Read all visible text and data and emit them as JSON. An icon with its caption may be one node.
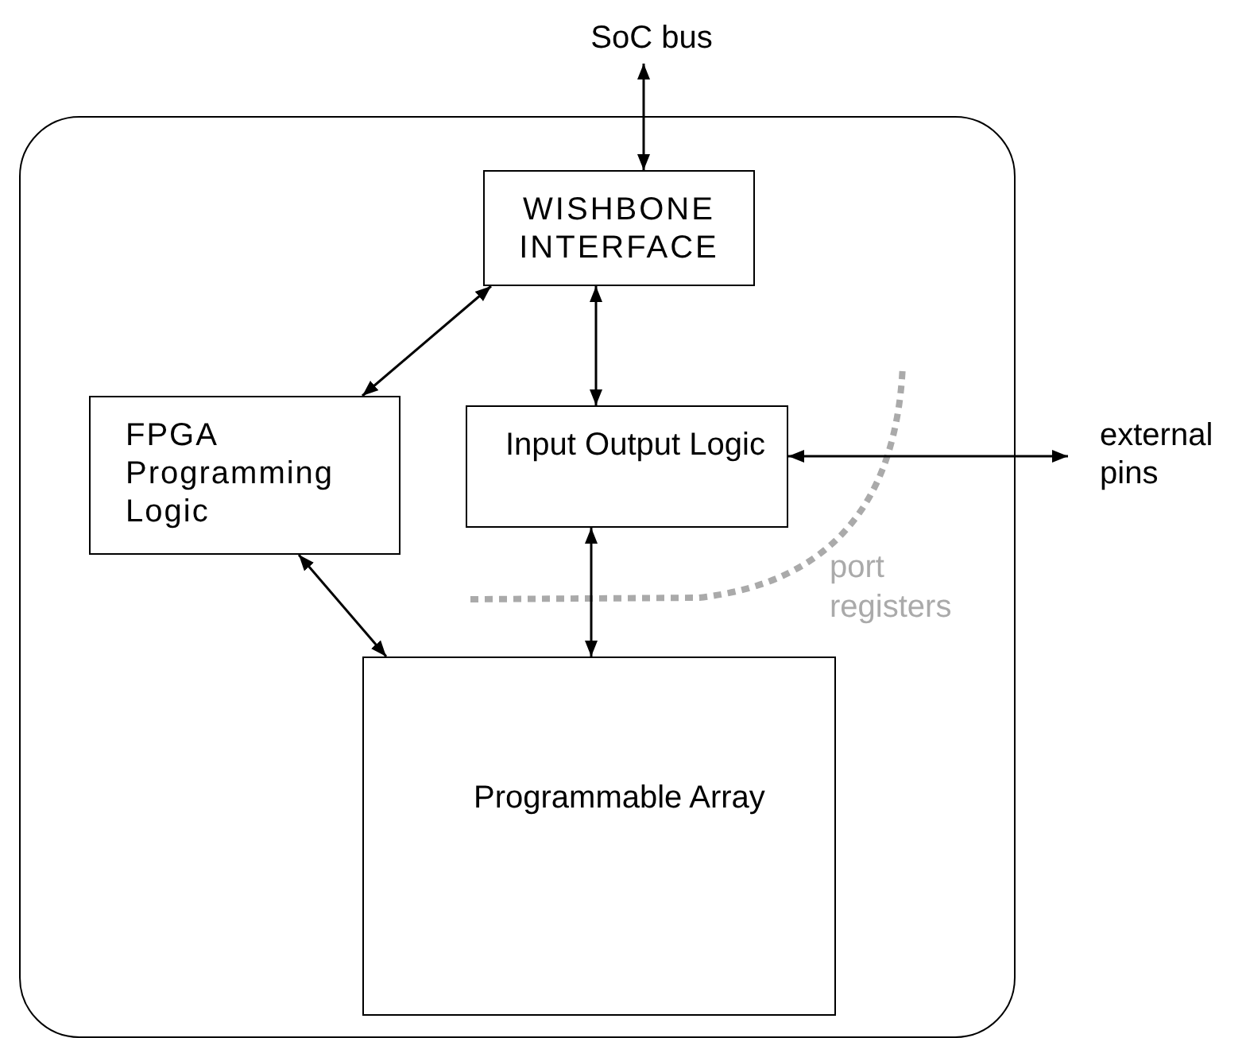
{
  "diagram": {
    "nodes": [
      {
        "text": [],
        "shape": "box"
      },
      {
        "text": [
          "WISHBONE INTERFACE"
        ],
        "in": 0
      },
      {
        "text": [
          "FPGA Programming Logic"
        ],
        "in": 0
      },
      {
        "text": [
          "Input Output Logic"
        ],
        "in": 0
      },
      {
        "text": [
          "Programmable Array"
        ],
        "in": 0
      },
      {
        "text": [
          "SoC bus"
        ]
      },
      {
        "text": [
          "external pins"
        ]
      }
    ],
    "edges": [
      {
        "from": 5,
        "to": 1,
        "arrow": "both"
      },
      {
        "from": 1,
        "to": 2,
        "arrow": "both"
      },
      {
        "from": 1,
        "to": 3,
        "arrow": "both"
      },
      {
        "from": 3,
        "to": 6,
        "arrow": "both"
      },
      {
        "from": 2,
        "to": 4,
        "arrow": "both"
      },
      {
        "from": 3,
        "to": 4,
        "arrow": "both"
      }
    ],
    "labels": [
      "port registers"
    ]
  }
}
